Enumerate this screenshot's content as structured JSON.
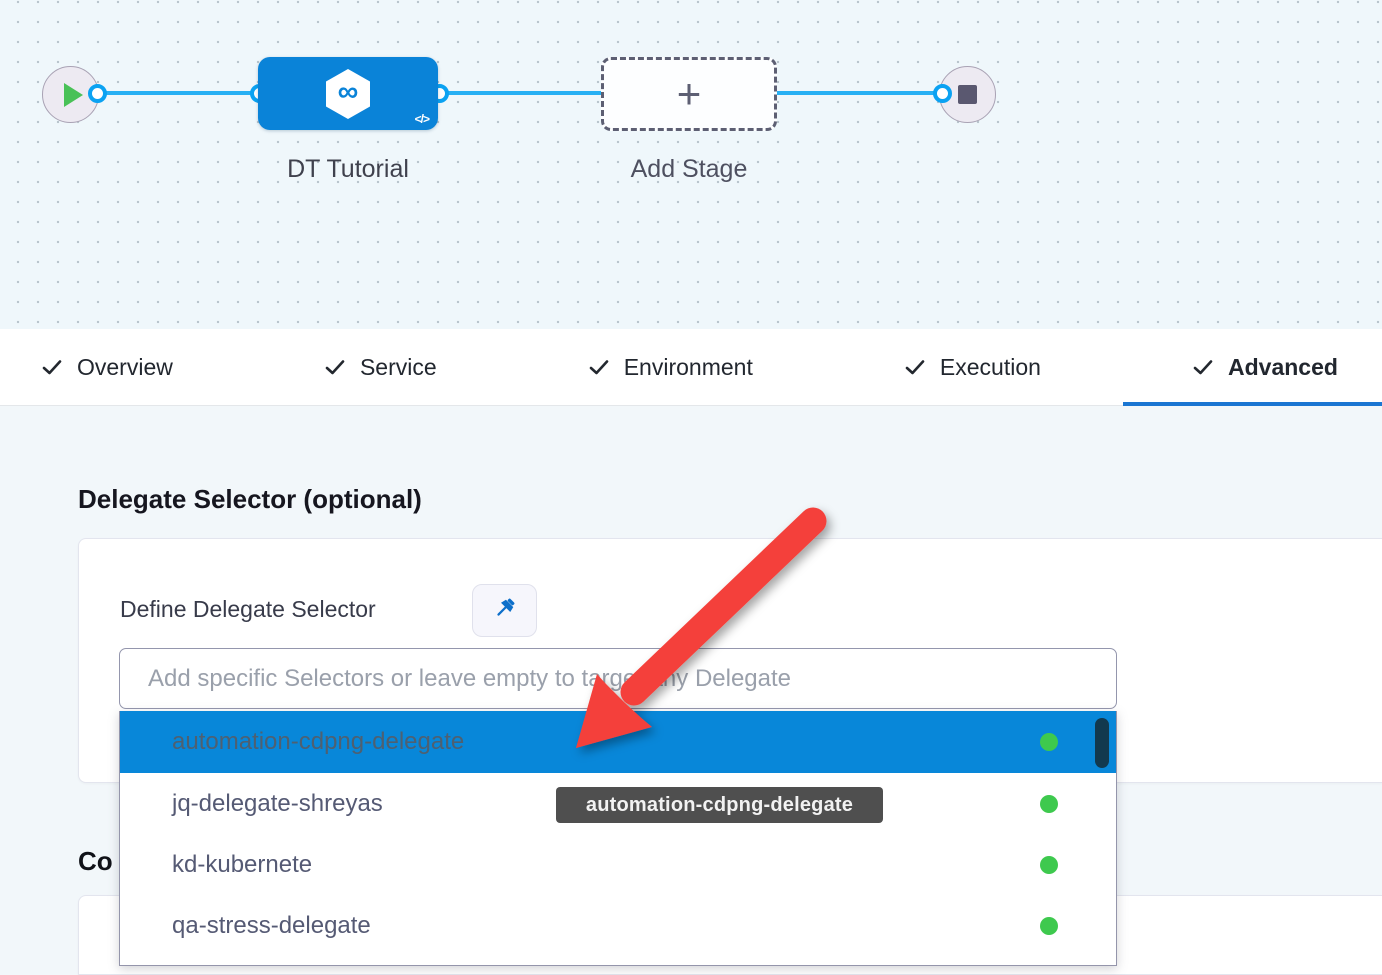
{
  "canvas": {
    "stage_label": "DT Tutorial",
    "add_stage_label": "Add Stage",
    "add_stage_plus": "+",
    "infinity_glyph": "∞",
    "code_glyph": "</>"
  },
  "tabs": [
    {
      "label": "Overview",
      "checked": true,
      "active": false
    },
    {
      "label": "Service",
      "checked": true,
      "active": false
    },
    {
      "label": "Environment",
      "checked": true,
      "active": false
    },
    {
      "label": "Execution",
      "checked": true,
      "active": false
    },
    {
      "label": "Advanced",
      "checked": true,
      "active": true
    }
  ],
  "advanced": {
    "section_title": "Delegate Selector (optional)",
    "define_label": "Define Delegate Selector",
    "input_placeholder": "Add specific Selectors or leave empty to target any Delegate",
    "input_value": "",
    "dropdown": {
      "items": [
        {
          "label": "automation-cdpng-delegate",
          "highlighted": true,
          "status": "connected"
        },
        {
          "label": "jq-delegate-shreyas",
          "highlighted": false,
          "status": "connected"
        },
        {
          "label": "kd-kubernete",
          "highlighted": false,
          "status": "connected"
        },
        {
          "label": "qa-stress-delegate",
          "highlighted": false,
          "status": "connected"
        }
      ]
    },
    "tooltip_text": "automation-cdpng-delegate",
    "partial_heading": "Co"
  },
  "colors": {
    "accent_blue": "#0a83d8",
    "highlight_blue": "#0887d9",
    "connector_blue": "#27b0f4",
    "tab_underline_blue": "#1b76d2",
    "success_green": "#3ec94e",
    "arrow_red": "#f4413a",
    "tooltip_bg": "#4f4f4f",
    "canvas_bg": "#eff7fb",
    "page_bg": "#f2f7fa"
  }
}
